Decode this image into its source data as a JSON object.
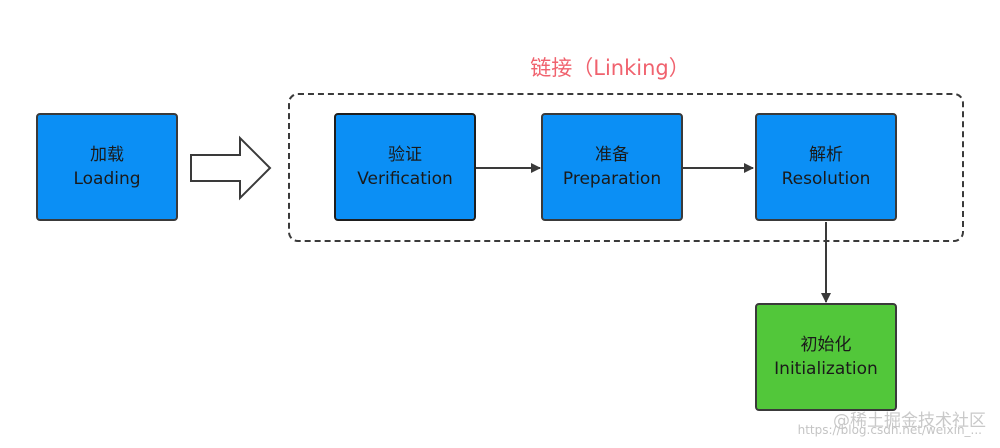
{
  "group": {
    "title": "链接（Linking）"
  },
  "nodes": {
    "loading": {
      "zh": "加载",
      "en": "Loading"
    },
    "verification": {
      "zh": "验证",
      "en": "Verification"
    },
    "preparation": {
      "zh": "准备",
      "en": "Preparation"
    },
    "resolution": {
      "zh": "解析",
      "en": "Resolution"
    },
    "initialization": {
      "zh": "初始化",
      "en": "Initialization"
    }
  },
  "watermark": {
    "text": "@稀土掘金技术社区",
    "url": "https://blog.csdn.net/weixin_..."
  },
  "colors": {
    "box_blue": "#0b8ff5",
    "box_green": "#52c73a",
    "group_title": "#f0626e",
    "stroke": "#3a3a3a"
  }
}
